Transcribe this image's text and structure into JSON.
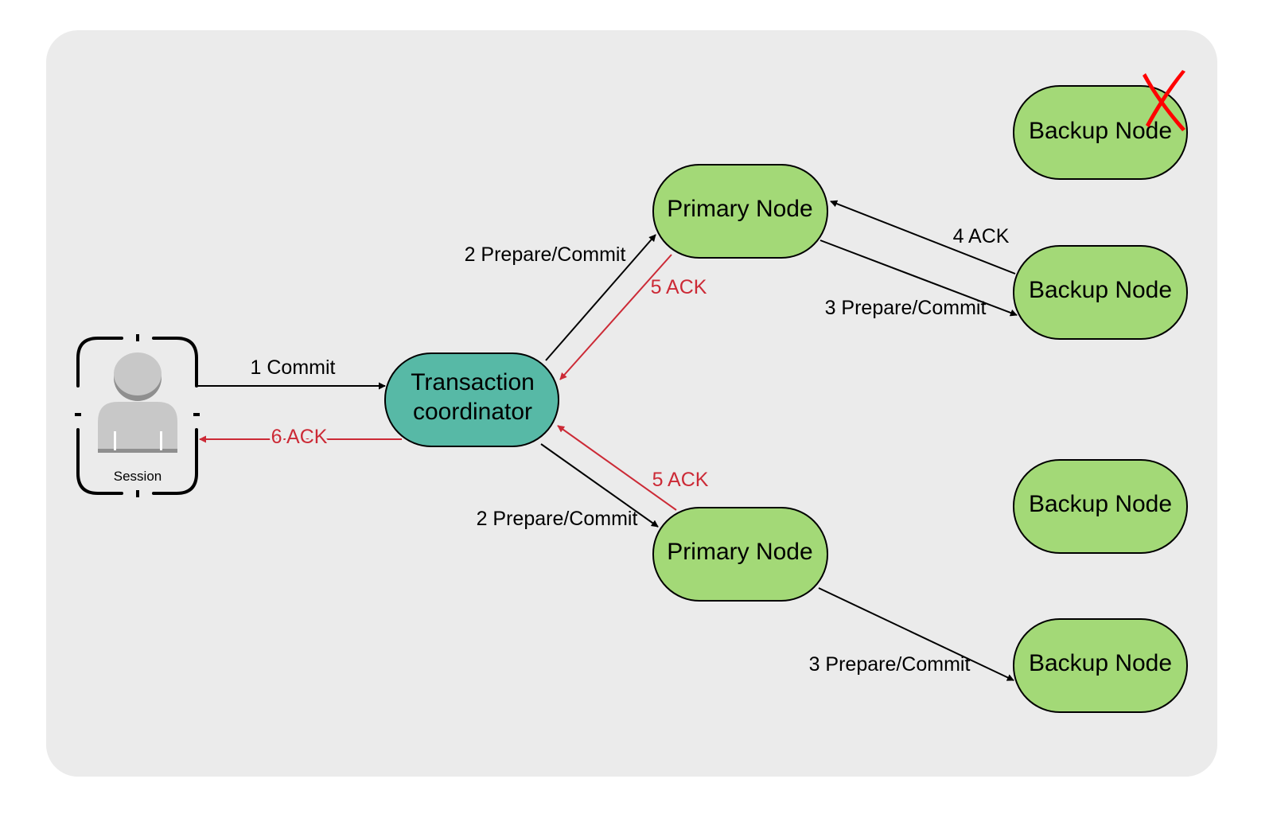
{
  "diagram": {
    "colors": {
      "panel": "#ebebeb",
      "node_green": "#a3d977",
      "coordinator_teal": "#57b9a6",
      "request_arrow": "#000000",
      "ack_arrow": "#cc2a36",
      "failure_mark": "#ff0000",
      "session_icon": "#b8b8b8"
    },
    "session": {
      "label": "Session"
    },
    "nodes": {
      "coordinator": {
        "line1": "Transaction",
        "line2": "coordinator"
      },
      "primary_top": {
        "label": "Primary Node"
      },
      "primary_bottom": {
        "label": "Primary Node"
      },
      "backup_failed": {
        "label": "Backup Node",
        "failed": true
      },
      "backup_top": {
        "label": "Backup Node"
      },
      "backup_mid": {
        "label": "Backup Node"
      },
      "backup_bottom": {
        "label": "Backup Node"
      }
    },
    "edges": {
      "commit": {
        "label": "1 Commit"
      },
      "ack_session": {
        "label": "6 ACK"
      },
      "prepare_top": {
        "label": "2 Prepare/Commit"
      },
      "ack_top": {
        "label": "5 ACK"
      },
      "prepare_bottom": {
        "label": "2 Prepare/Commit"
      },
      "ack_bottom": {
        "label": "5 ACK"
      },
      "replicate_top": {
        "label": "3 Prepare/Commit"
      },
      "backup_ack": {
        "label": "4 ACK"
      },
      "replicate_bottom": {
        "label": "3 Prepare/Commit"
      }
    }
  }
}
